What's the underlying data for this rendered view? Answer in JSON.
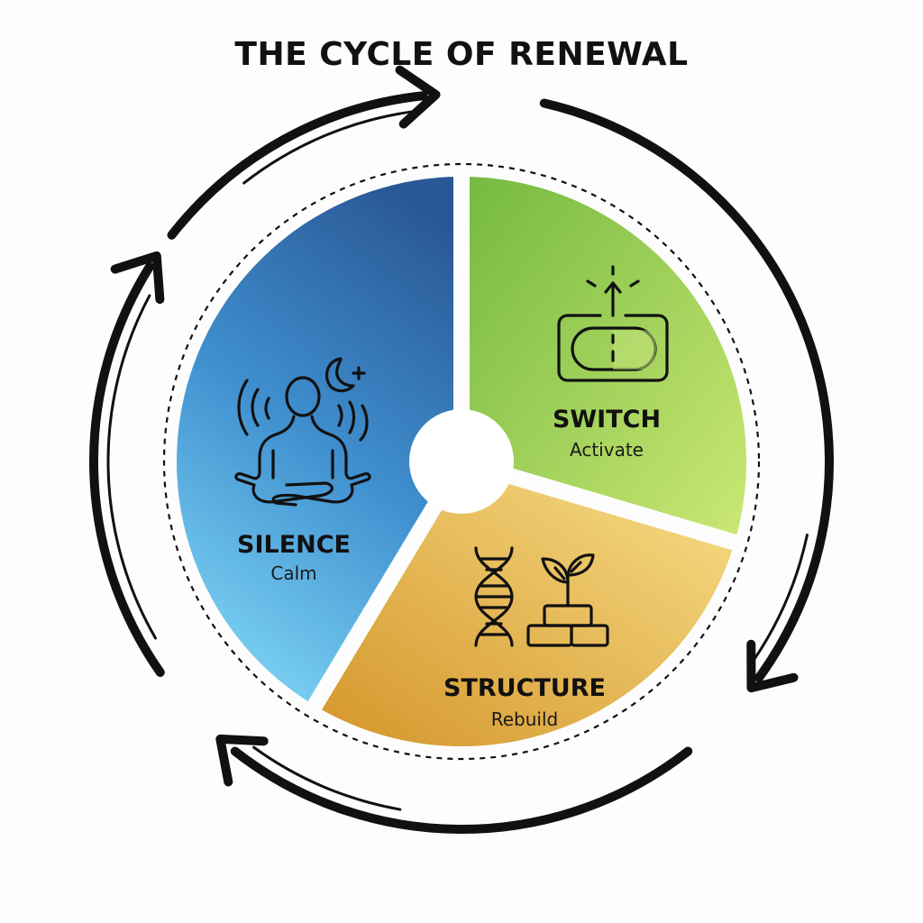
{
  "title": "THE CYCLE OF RENEWAL",
  "stages": [
    {
      "id": "silence",
      "label": "SILENCE",
      "sublabel": "Calm",
      "icon": "meditation-icon",
      "color_start": "#2a5a9a",
      "color_end": "#7dd3f3"
    },
    {
      "id": "switch",
      "label": "SWITCH",
      "sublabel": "Activate",
      "icon": "toggle-switch-icon",
      "color_start": "#7bbd45",
      "color_end": "#c8e66f"
    },
    {
      "id": "structure",
      "label": "STRUCTURE",
      "sublabel": "Rebuild",
      "icon": "dna-and-sprout-icon",
      "color_start": "#d69a2e",
      "color_end": "#f6dd80"
    }
  ],
  "flow_direction": "clockwise",
  "colors": {
    "background": "#fdfdfd",
    "ink": "#111111"
  }
}
